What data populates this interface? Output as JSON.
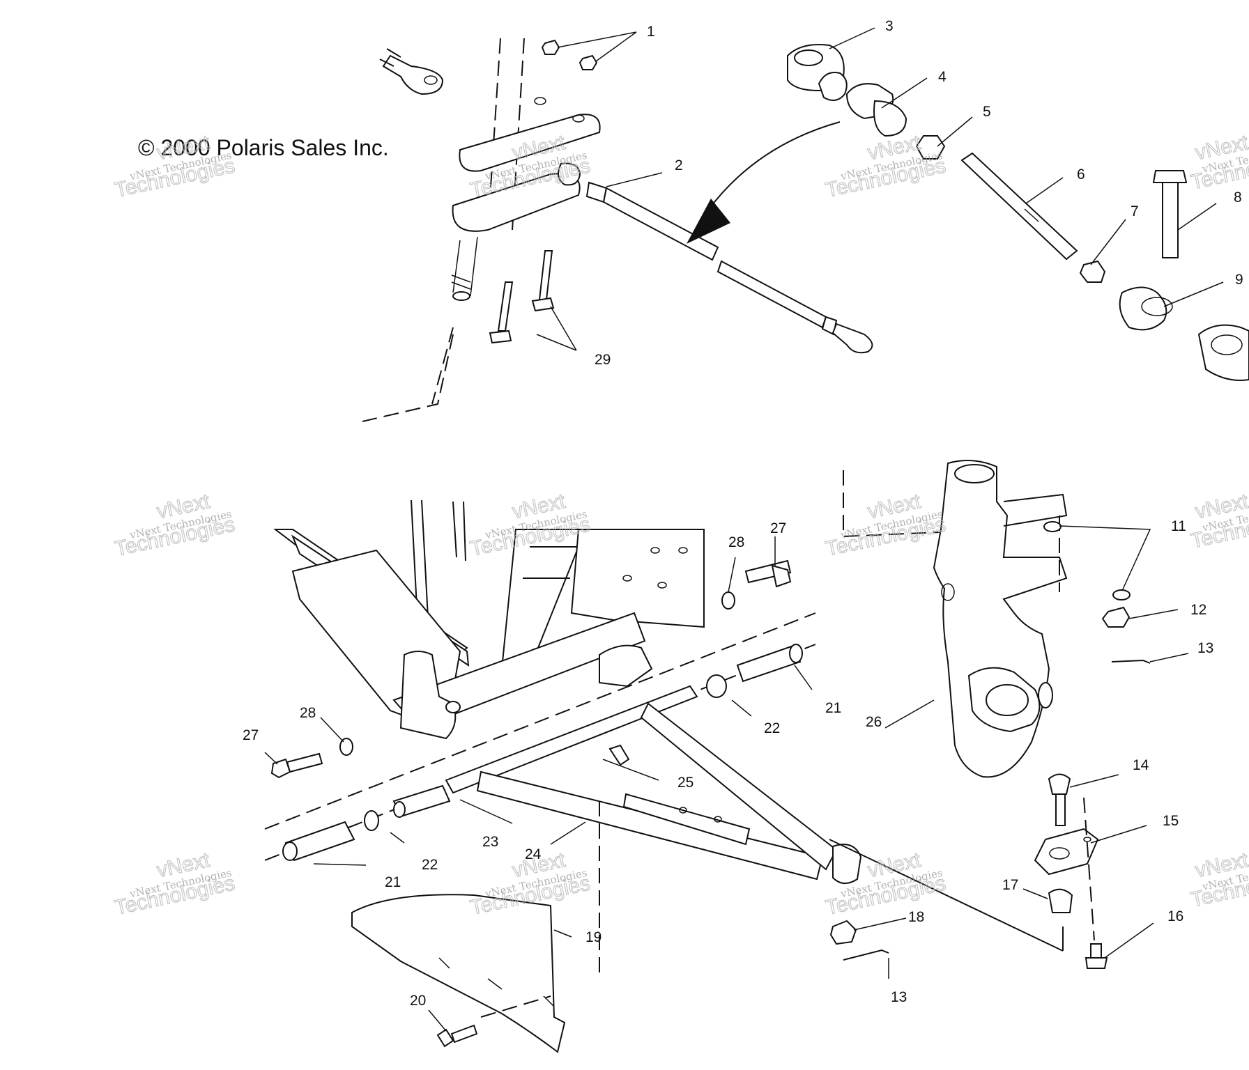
{
  "copyright": "© 2000 Polaris Sales Inc.",
  "watermark": {
    "small": "vNext Technologies",
    "large_top": "vNext",
    "large_bottom": "Technologies"
  },
  "callouts": [
    "1",
    "2",
    "3",
    "4",
    "5",
    "6",
    "7",
    "8",
    "9",
    "11",
    "12",
    "13",
    "14",
    "15",
    "16",
    "17",
    "18",
    "19",
    "20",
    "21",
    "22",
    "23",
    "24",
    "25",
    "26",
    "27",
    "28",
    "29"
  ],
  "colors": {
    "ink": "#111111",
    "paper": "#ffffff",
    "watermark": "#9a9a9a"
  }
}
